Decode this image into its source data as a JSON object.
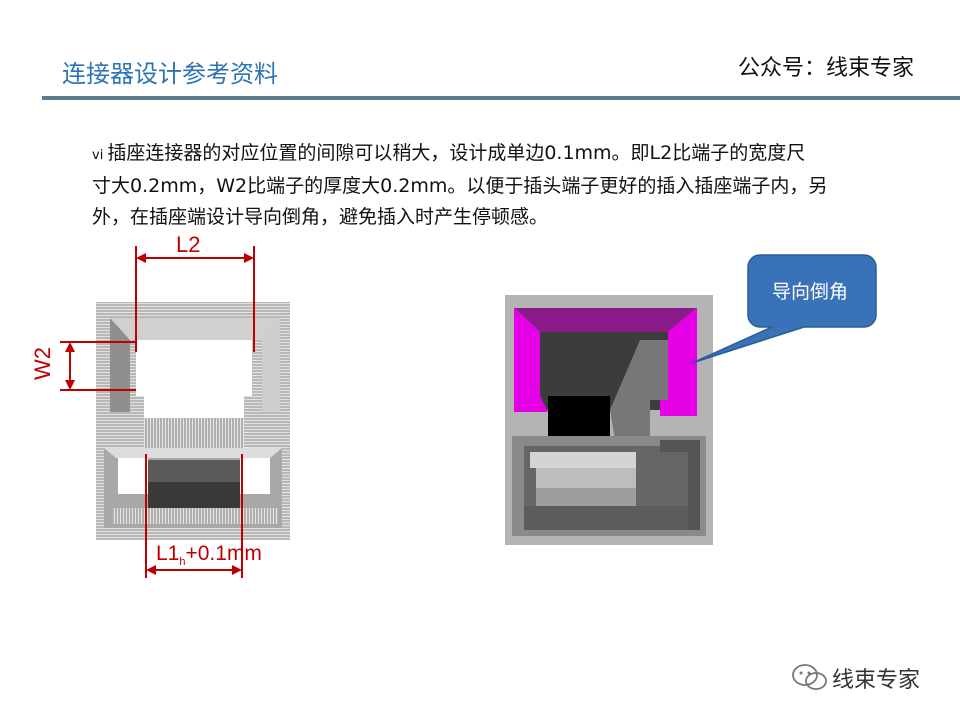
{
  "header": {
    "title": "连接器设计参考资料",
    "account": "公众号：线束专家"
  },
  "body": {
    "bullet": "vi",
    "paragraph_lines": [
      "插座连接器的对应位置的间隙可以稍大，设计成单边0.1mm。即L2比端子的宽度尺",
      "寸大0.2mm，W2比端子的厚度大0.2mm。以便于插头端子更好的插入插座端子内，另",
      "外，在插座端设计导向倒角，避免插入时产生停顿感。"
    ]
  },
  "left_figure": {
    "label_l2": "L2",
    "label_w2": "W2",
    "label_l1_main": "L1",
    "label_l1_sub": "h",
    "label_l1_tail": "+0.1mm",
    "dimension_color": "#c00000"
  },
  "right_figure": {
    "callout": "导向倒角",
    "callout_color": "#3a72b8",
    "chamfer_color": "#e600e6"
  },
  "watermark": {
    "text": "线束专家",
    "icon": "wechat-icon"
  }
}
